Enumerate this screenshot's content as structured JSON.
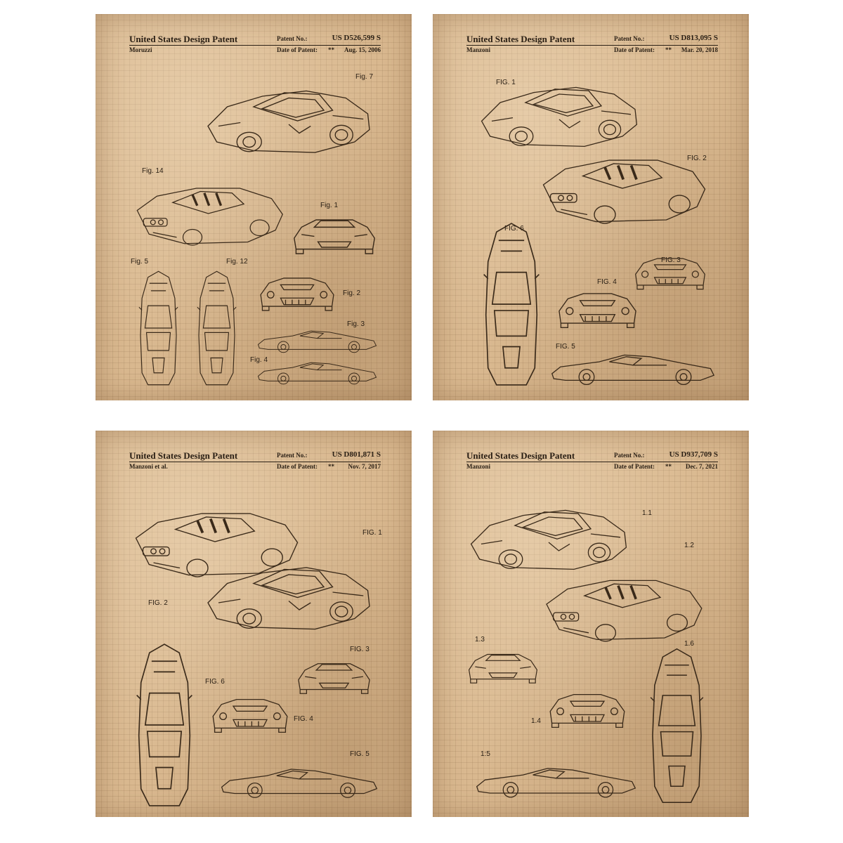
{
  "posters": [
    {
      "title": "United States Design Patent",
      "inventor": "Moruzzi",
      "patent_label": "Patent No.:",
      "patent_number": "US D526,599 S",
      "date_label": "Date of Patent:",
      "stars": "**",
      "date": "Aug. 15, 2006",
      "figs": [
        "Fig. 7",
        "Fig. 14",
        "Fig. 1",
        "Fig. 5",
        "Fig. 12",
        "Fig. 2",
        "Fig. 3",
        "Fig. 4"
      ]
    },
    {
      "title": "United States Design Patent",
      "inventor": "Manzoni",
      "patent_label": "Patent No.:",
      "patent_number": "US D813,095 S",
      "date_label": "Date of Patent:",
      "stars": "**",
      "date": "Mar. 20, 2018",
      "figs": [
        "FIG. 1",
        "FIG. 2",
        "FIG. 6",
        "FIG. 3",
        "FIG. 4",
        "FIG. 5"
      ]
    },
    {
      "title": "United States Design Patent",
      "inventor": "Manzoni et al.",
      "patent_label": "Patent No.:",
      "patent_number": "US D801,871 S",
      "date_label": "Date of Patent:",
      "stars": "**",
      "date": "Nov. 7, 2017",
      "figs": [
        "FIG. 1",
        "FIG. 2",
        "FIG. 3",
        "FIG. 6",
        "FIG. 4",
        "FIG. 5"
      ]
    },
    {
      "title": "United States Design Patent",
      "inventor": "Manzoni",
      "patent_label": "Patent No.:",
      "patent_number": "US D937,709 S",
      "date_label": "Date of Patent:",
      "stars": "**",
      "date": "Dec. 7, 2021",
      "figs": [
        "1.1",
        "1.2",
        "1.3",
        "1.6",
        "1.4",
        "1:5"
      ]
    }
  ]
}
